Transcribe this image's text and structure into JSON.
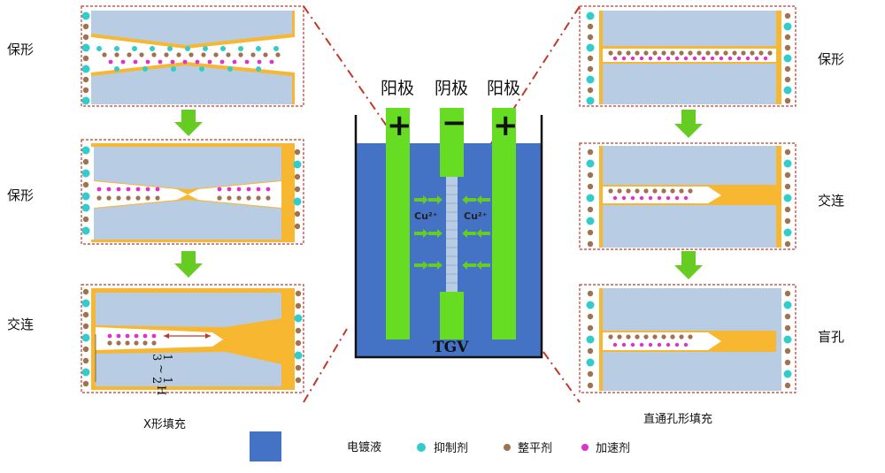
{
  "left": {
    "labels": [
      "保形",
      "保形",
      "交连"
    ],
    "caption": "X形填充",
    "dimension": [
      "1",
      "3",
      "~",
      "1",
      "2",
      "H"
    ]
  },
  "right": {
    "labels": [
      "保形",
      "交连",
      "盲孔"
    ],
    "caption": "直通孔形填充"
  },
  "center": {
    "electrodes": [
      "阳极",
      "阴极",
      "阳极"
    ],
    "signs": [
      "+",
      "−",
      "+"
    ],
    "ion": "Cu²⁺",
    "tgv": "TGV"
  },
  "legend": {
    "electrolyte": "电镀液",
    "suppressor": "抑制剂",
    "leveler": "整平剂",
    "accelerator": "加速剂"
  },
  "colors": {
    "glass": "#b8cde4",
    "copper": "#f7b731",
    "electrolyte": "#4472c4",
    "electrode": "#66dd22",
    "suppressor": "#33cccc",
    "leveler": "#a0724f",
    "accelerator": "#dd33cc",
    "dashed_red": "#c0392b",
    "arrow_green": "#66cc22"
  }
}
